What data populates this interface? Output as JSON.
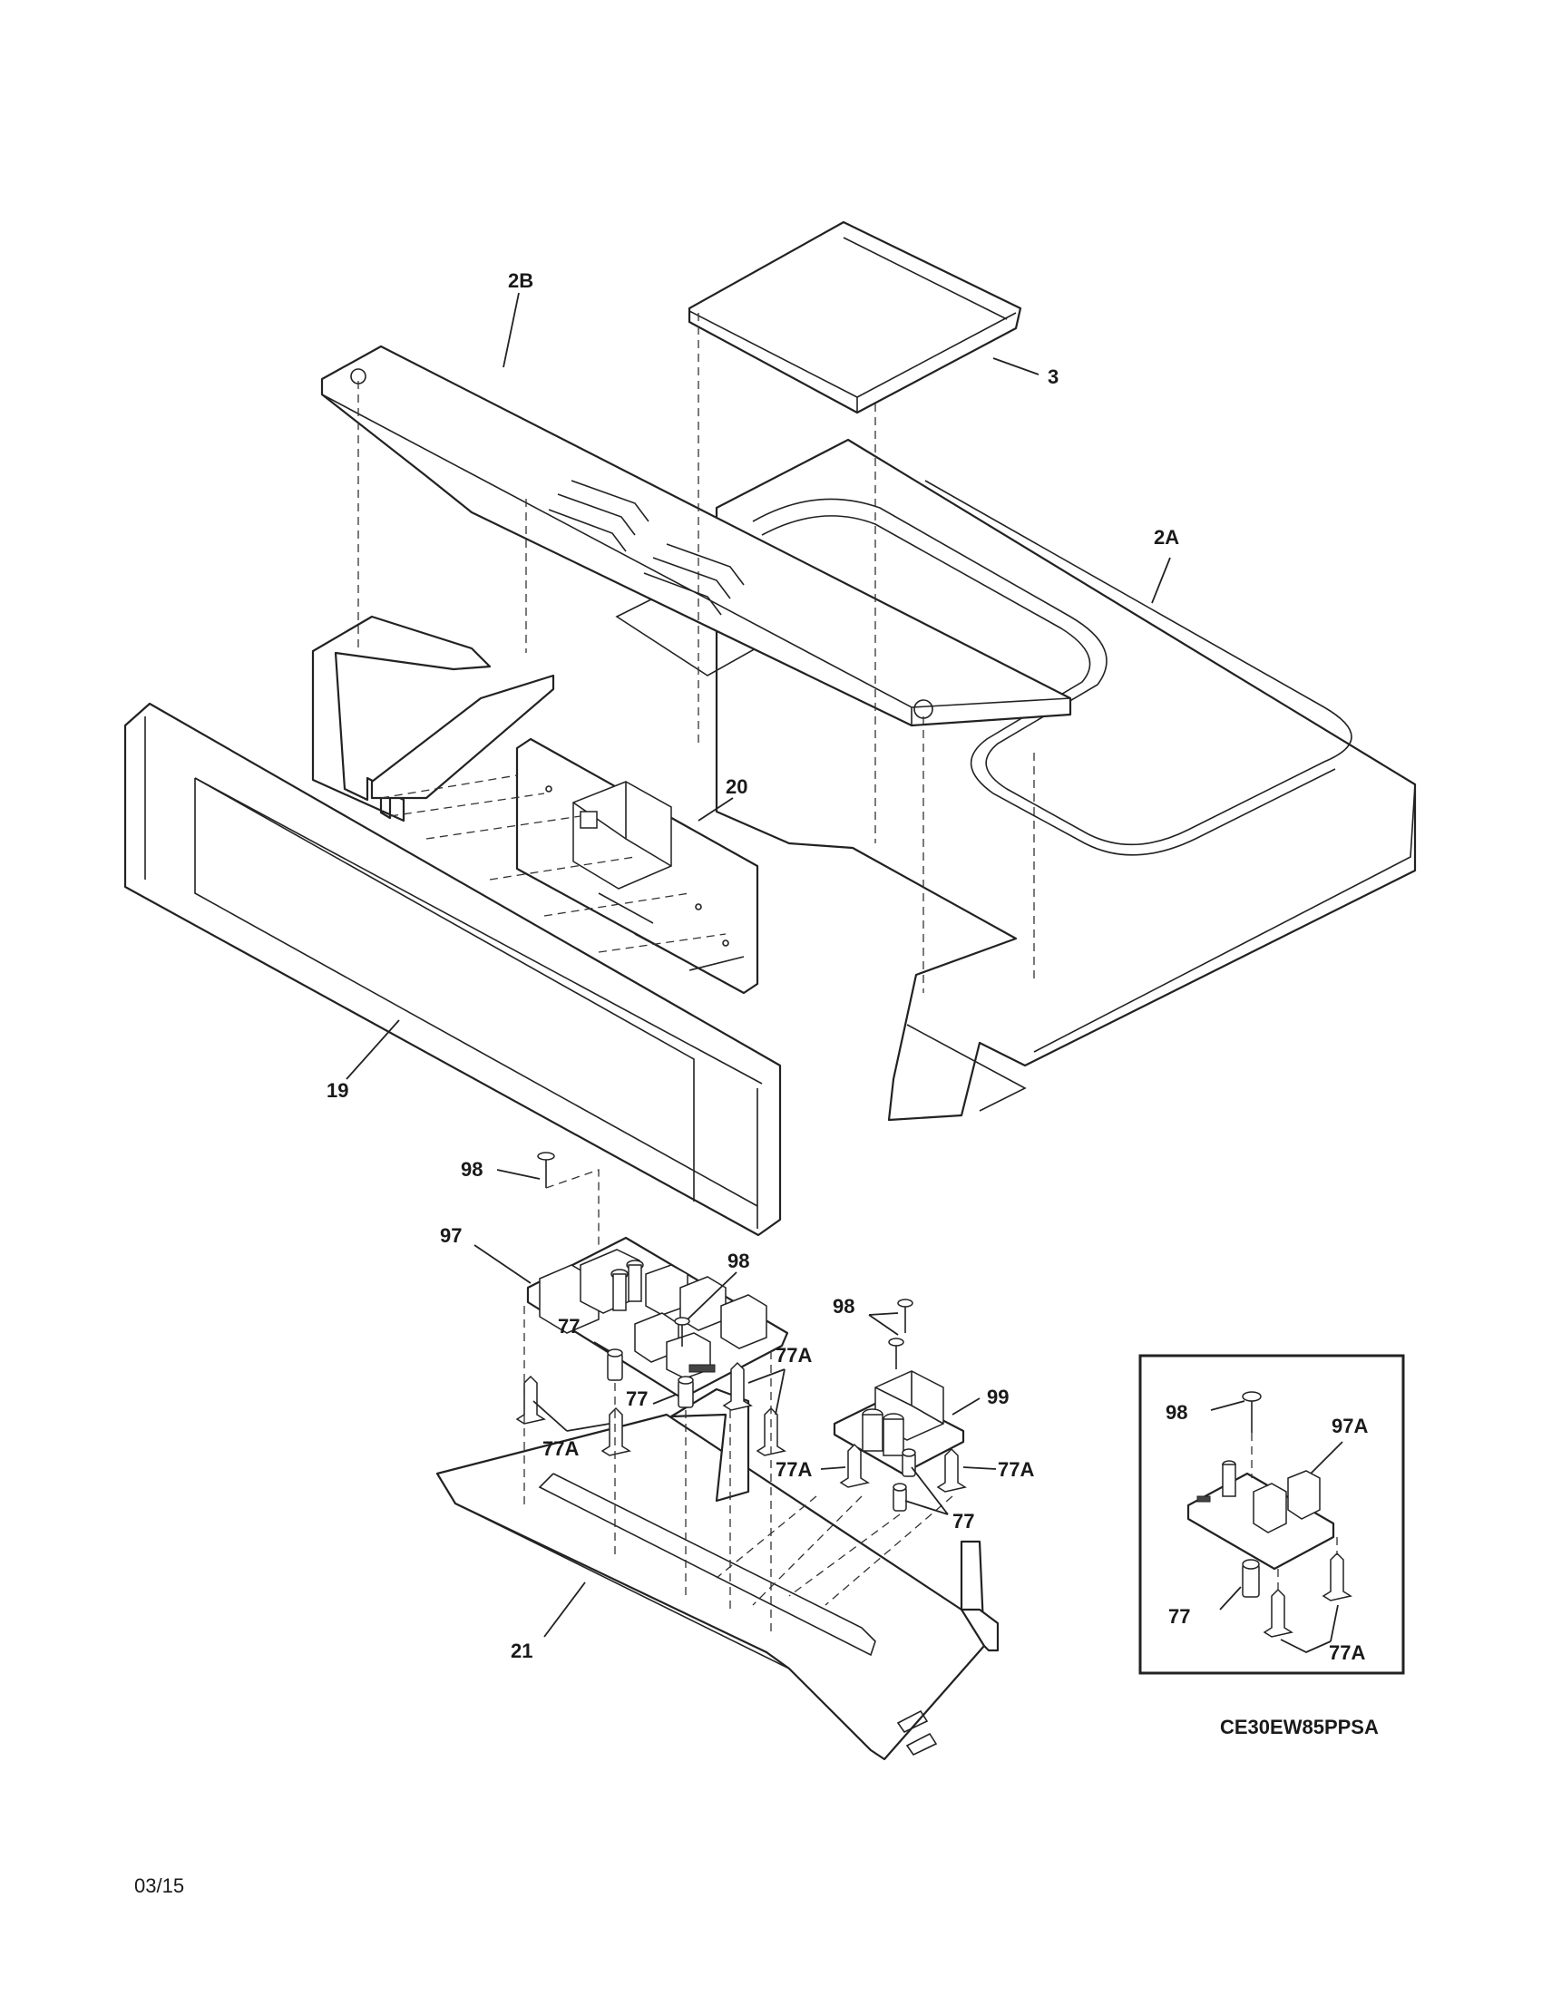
{
  "model_number": "CE30EW85PPSA",
  "date_code": "03/15",
  "callouts": {
    "c_2b": "2B",
    "c_3": "3",
    "c_2a": "2A",
    "c_20": "20",
    "c_19": "19",
    "c_98_a": "98",
    "c_97": "97",
    "c_98_b": "98",
    "c_98_c": "98",
    "c_99": "99",
    "c_77_a": "77",
    "c_77_b": "77",
    "c_77a_a": "77A",
    "c_77a_b": "77A",
    "c_77a_c": "77A",
    "c_77a_d": "77A",
    "c_77_c": "77",
    "c_21": "21",
    "inset_98": "98",
    "inset_97a": "97A",
    "inset_77": "77",
    "inset_77a": "77A"
  }
}
